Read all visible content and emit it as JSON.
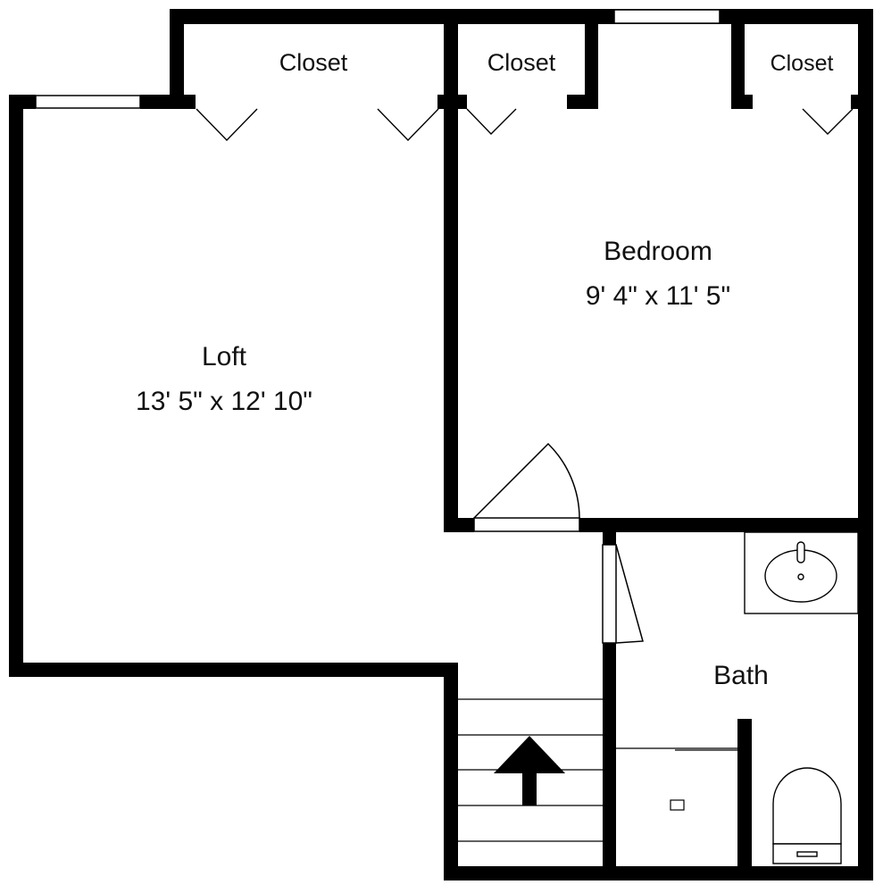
{
  "rooms": {
    "loft": {
      "name": "Loft",
      "dims": "13' 5\" x 12' 10\""
    },
    "bedroom": {
      "name": "Bedroom",
      "dims": "9' 4\" x 11' 5\""
    },
    "bath": {
      "name": "Bath"
    },
    "closet_left": {
      "name": "Closet"
    },
    "closet_middle": {
      "name": "Closet"
    },
    "closet_right": {
      "name": "Closet"
    }
  },
  "colors": {
    "wall": "#000000",
    "fixture": "#000000",
    "background": "#ffffff"
  },
  "icons": [
    "stair-arrow-icon",
    "sink-icon",
    "toilet-icon",
    "door-swing-icon",
    "window-icon"
  ]
}
